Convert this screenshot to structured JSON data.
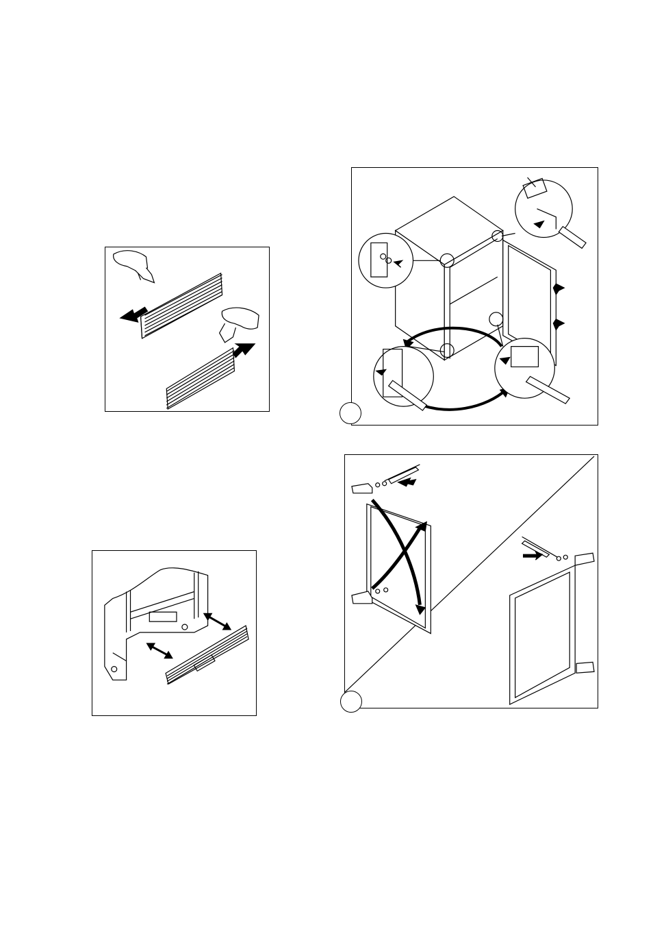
{
  "page": {
    "background": "#ffffff",
    "line_color": "#000000"
  },
  "figures": [
    {
      "name": "vent-grille-removal",
      "icon": "hands-removing-grille-illustration"
    },
    {
      "name": "plinth-fitting",
      "icon": "plinth-grille-illustration"
    },
    {
      "name": "hinge-removal",
      "icon": "cabinet-hinge-removal-illustration"
    },
    {
      "name": "door-reversal",
      "icon": "door-reversal-illustration"
    }
  ],
  "step_labels": {
    "hinge_step": "",
    "door_step": ""
  }
}
